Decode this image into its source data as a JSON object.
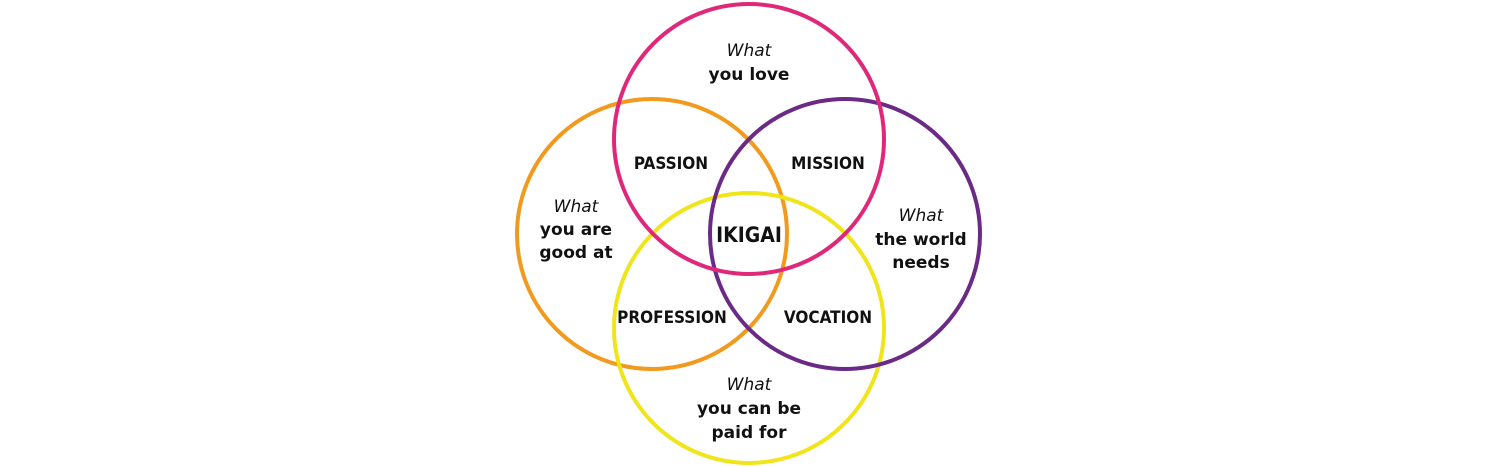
{
  "colors": {
    "love": "#e0287a",
    "world": "#6b2a86",
    "good": "#f29a1e",
    "paid": "#f0e51a",
    "text": "#111111",
    "background": "#ffffff"
  },
  "circles": {
    "love": {
      "what": "What",
      "lines": [
        "you love"
      ]
    },
    "good": {
      "what": "What",
      "lines": [
        "you are",
        "good at"
      ]
    },
    "world": {
      "what": "What",
      "lines": [
        "the world",
        "needs"
      ]
    },
    "paid": {
      "what": "What",
      "lines": [
        "you can be",
        "paid for"
      ]
    }
  },
  "overlaps": {
    "passion": "PASSION",
    "mission": "MISSION",
    "profession": "PROFESSION",
    "vocation": "VOCATION"
  },
  "center": "IKIGAI"
}
